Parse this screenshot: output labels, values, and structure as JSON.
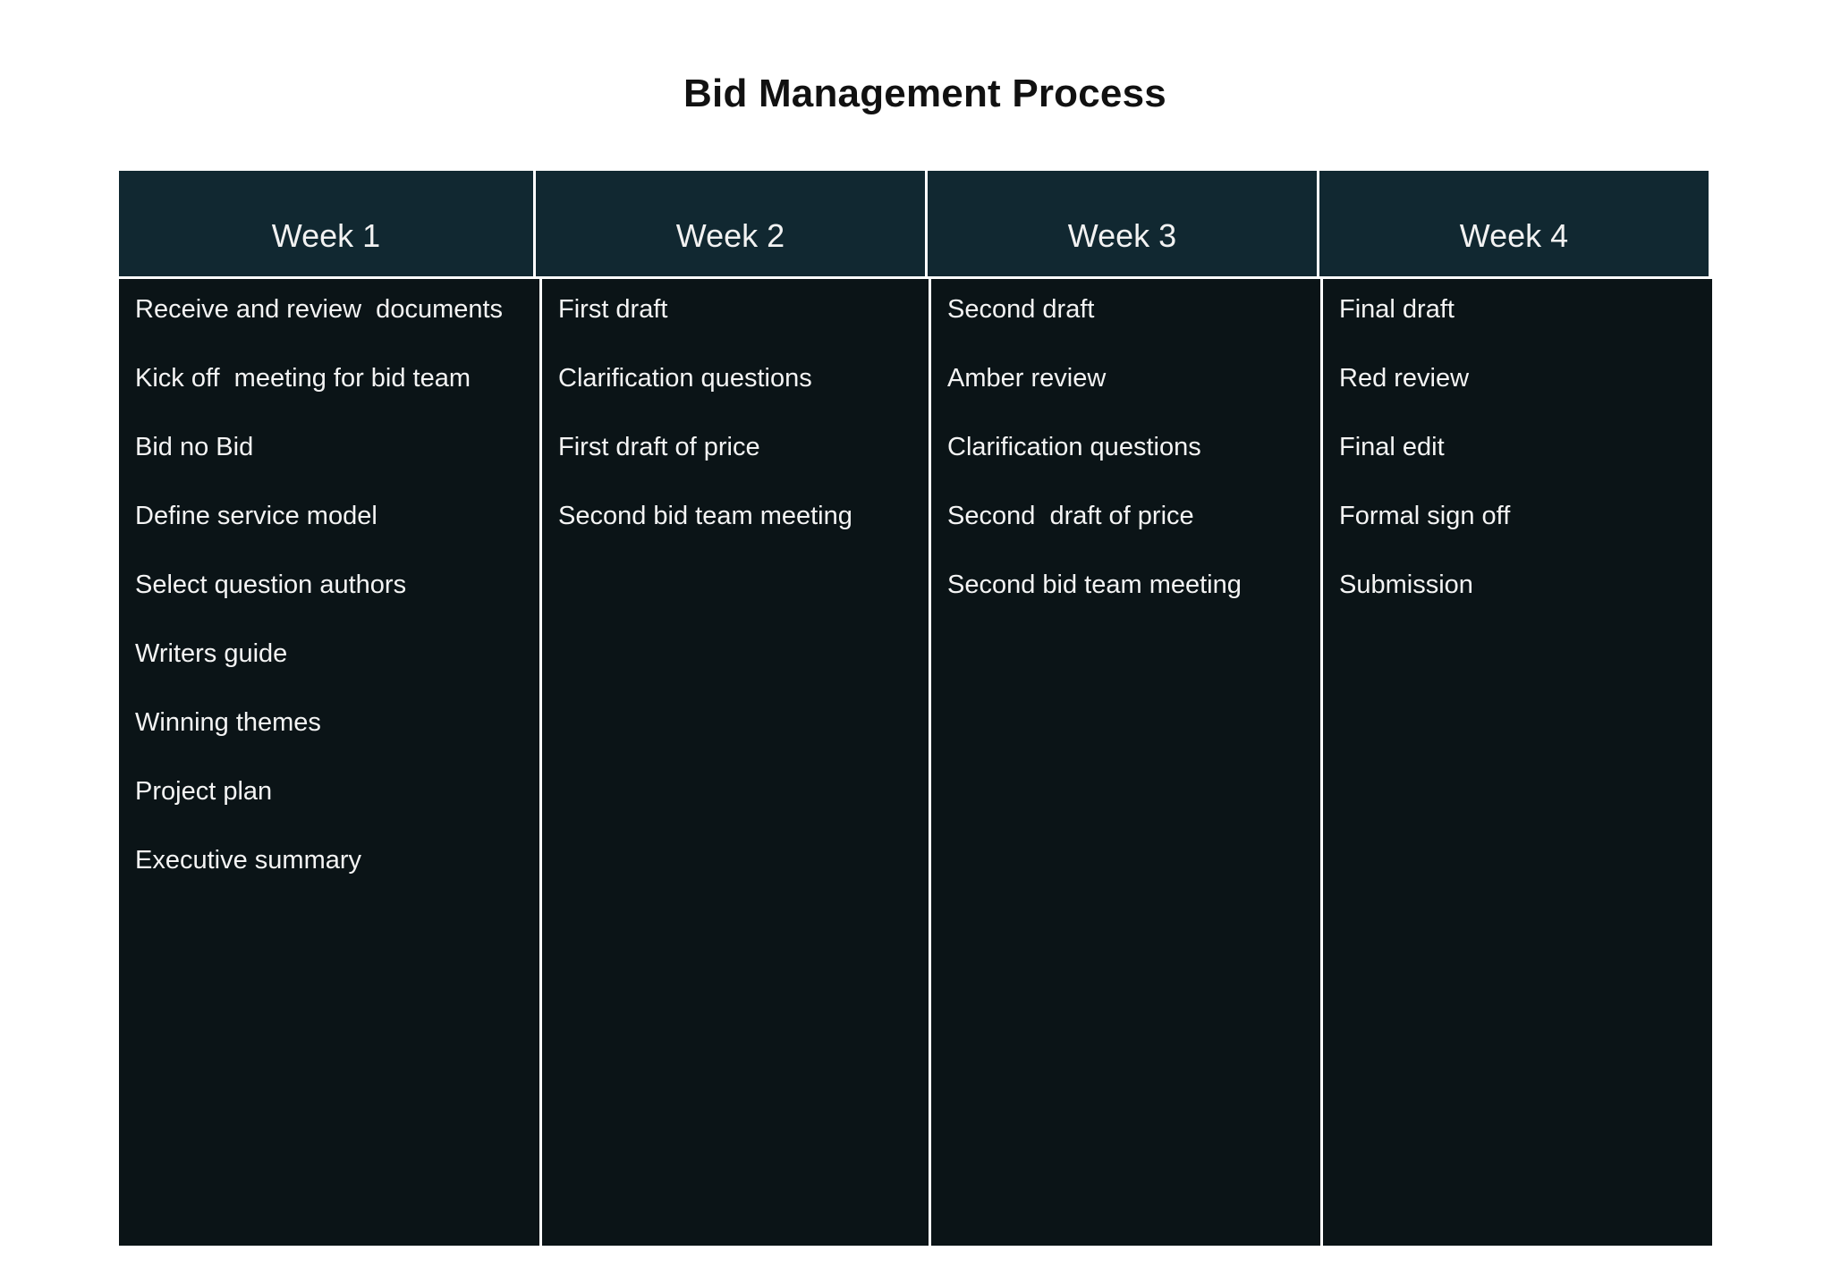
{
  "title": "Bid Management Process",
  "weeks": [
    {
      "label": "Week 1",
      "tasks": [
        "Receive and review  documents",
        "Kick off  meeting for bid team",
        "Bid no Bid",
        "Define service model",
        "Select question authors",
        "Writers guide",
        "Winning themes",
        "Project plan",
        "Executive summary"
      ]
    },
    {
      "label": "Week 2",
      "tasks": [
        "First draft",
        "Clarification questions",
        "First draft of price",
        "Second bid team meeting"
      ]
    },
    {
      "label": "Week 3",
      "tasks": [
        "Second draft",
        "Amber review",
        "Clarification questions",
        "Second  draft of price",
        "Second bid team meeting"
      ]
    },
    {
      "label": "Week 4",
      "tasks": [
        "Final draft",
        "Red review",
        "Final edit",
        "Formal sign off",
        "Submission"
      ]
    }
  ],
  "colors": {
    "header_bg": "#112831",
    "body_bg": "#0b1417",
    "text_light": "#f4f4f4",
    "title_text": "#111111"
  }
}
